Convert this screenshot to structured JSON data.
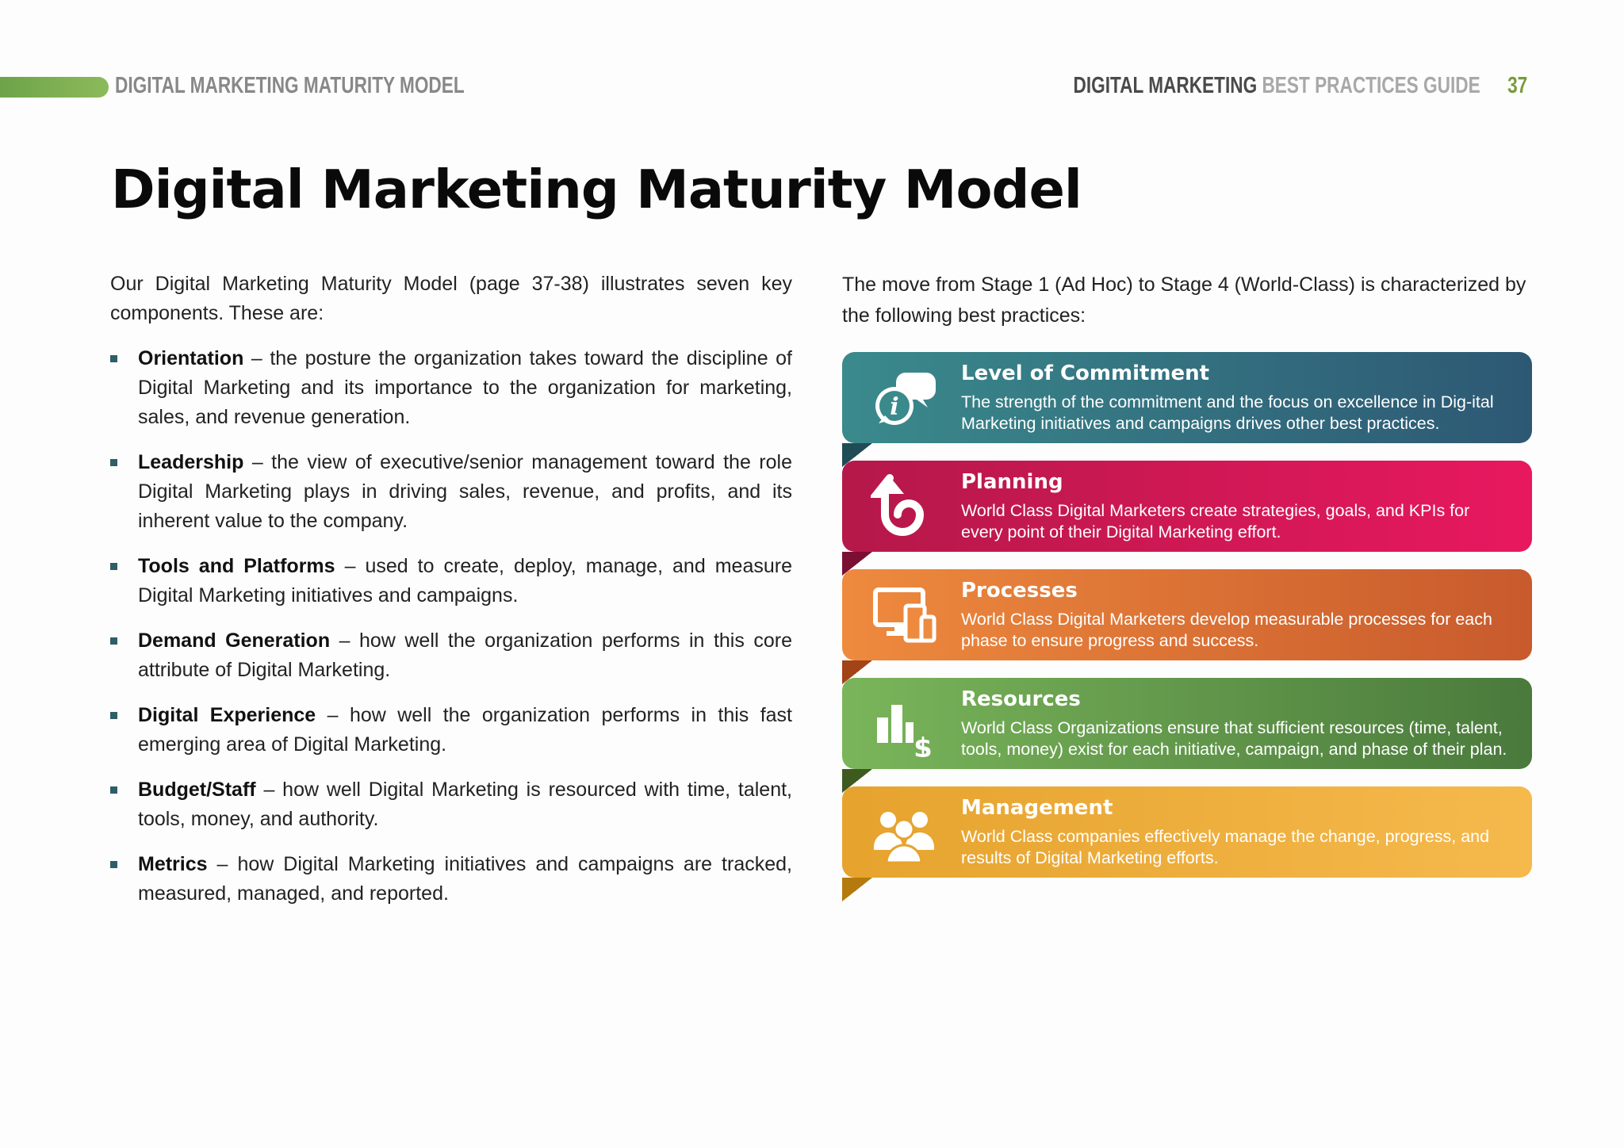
{
  "header": {
    "left_label": "DIGITAL MARKETING MATURITY MODEL",
    "right_dark": "DIGITAL MARKETING",
    "right_light": "BEST PRACTICES GUIDE",
    "page_number": "37"
  },
  "title": "Digital Marketing Maturity Model",
  "left_column": {
    "intro": "Our Digital Marketing Maturity Model (page 37-38) illustrates seven key components. These are:",
    "components": [
      {
        "name": "Orientation",
        "text": " – the posture the organization takes toward the discipline of Digital Marketing and its importance to the organization for marketing, sales, and revenue generation."
      },
      {
        "name": "Leadership",
        "text": " – the view of executive/senior management toward the role Digital Marketing plays in driving sales, revenue, and profits, and its inherent value to the company."
      },
      {
        "name": "Tools and Platforms",
        "text": " – used to create, deploy, manage, and measure Digital Marketing initiatives and campaigns."
      },
      {
        "name": "Demand Generation",
        "text": " – how well the organization performs in this core attribute of Digital Marketing."
      },
      {
        "name": "Digital Experience",
        "text": " – how well the organization performs in this fast emerging area of Digital Marketing."
      },
      {
        "name": "Budget/Staff",
        "text": " – how well Digital Marketing is resourced with time, talent, tools, money, and authority."
      },
      {
        "name": "Metrics",
        "text": " – how Digital Marketing initiatives and campaigns are tracked, measured, managed, and reported."
      }
    ]
  },
  "right_column": {
    "intro": "The move from Stage 1 (Ad Hoc) to Stage 4 (World-Class) is characterized by the following best practices:",
    "practices": [
      {
        "title": "Level of Commitment",
        "desc": "The strength of the commitment and the focus on excellence in Dig-ital Marketing initiatives and campaigns drives other best practices.",
        "icon": "info-chat-icon",
        "color_start": "#3a8a8c",
        "color_end": "#2d5874",
        "fold_color": "#1f4c55"
      },
      {
        "title": "Planning",
        "desc": "World Class Digital Marketers create strategies, goals, and KPIs for every point of their Digital Marketing effort.",
        "icon": "curved-arrow-icon",
        "color_start": "#b5184a",
        "color_end": "#e8185f",
        "fold_color": "#7a0f33"
      },
      {
        "title": "Processes",
        "desc": "World Class Digital Marketers develop measurable processes for each phase to ensure progress and success.",
        "icon": "devices-icon",
        "color_start": "#ee8a3e",
        "color_end": "#c85a2c",
        "fold_color": "#a34416"
      },
      {
        "title": "Resources",
        "desc": "World Class Organizations ensure that sufficient resources (time, talent, tools, money) exist for each initiative, campaign, and phase of their plan.",
        "icon": "bar-chart-dollar-icon",
        "color_start": "#7ab55a",
        "color_end": "#4a7a3c",
        "fold_color": "#3e5a1f"
      },
      {
        "title": "Management",
        "desc": "World Class companies effectively manage the change, progress, and results of Digital Marketing efforts.",
        "icon": "people-group-icon",
        "color_start": "#e6a32e",
        "color_end": "#f5b94c",
        "fold_color": "#b57a0e"
      }
    ]
  }
}
